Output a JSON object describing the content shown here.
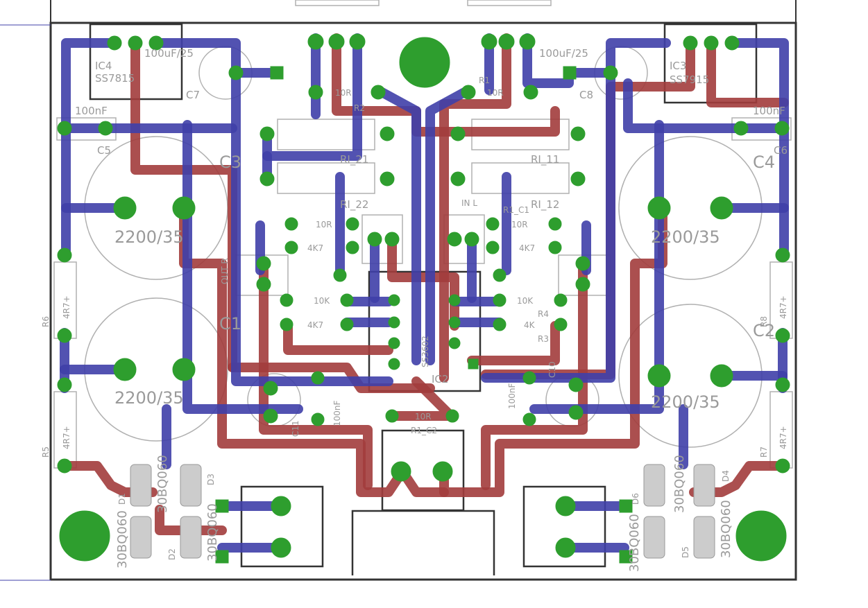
{
  "colors": {
    "background": "#ffffff",
    "board_outline": "#333333",
    "top_copper": "#a23c3c",
    "bottom_copper": "#3f3fa8",
    "pad": "#2e9e2e",
    "silkscreen": "#9a9a9a"
  },
  "labels": {
    "ic4_name": "IC4",
    "ic4_part": "SS7815",
    "ic3_name": "IC3",
    "ic3_part": "SS7915",
    "cap_left_top": "100uF/25",
    "cap_right_top": "100uF/25",
    "c7": "C7",
    "c8": "C8",
    "c5_val": "100nF",
    "c5": "C5",
    "c6_val": "100nF",
    "c6": "C6",
    "c3": "C3",
    "c4": "C4",
    "c1": "C1",
    "c2": "C2",
    "c3_val": "2200/35",
    "c1_val": "2200/35",
    "c4_val": "2200/35",
    "c2_val": "2200/35",
    "r1": "R1",
    "r2": "R2",
    "r1_val": "10R",
    "r2_val": "10R",
    "ri21": "RI_21",
    "ri22": "RI_22",
    "ri11": "RI_11",
    "ri12": "RI_12",
    "in_l": "IN L",
    "r1_c1": "R1_C1",
    "r10_left": "10R",
    "r10_right": "10R",
    "r4k7_left": "4K7",
    "r4k7_right": "4K7",
    "r10k_left": "10K",
    "r10k_right": "10K",
    "r4k_left": "4K7",
    "r4k_right": "4K",
    "r3": "R3",
    "r4": "R4",
    "ic2_part": "SS3602",
    "ic2": "IC2",
    "out_r": "OUT R",
    "r6": "R6",
    "r6_val": "4R7+",
    "r5": "R5",
    "r5_val": "4R7+",
    "r8": "R8",
    "r8_val": "4R7+",
    "r7": "R7",
    "r7_val": "4R7+",
    "c_bottom_left_val": "100nF",
    "c_bottom_right_val": "100nF",
    "c10": "C10",
    "c11": "C11",
    "r1_c2": "R1_C2",
    "r1_c2_val": "10R",
    "d1": "D1",
    "d2": "D2",
    "d3": "D3",
    "d4": "D4",
    "d5": "D5",
    "d6": "D6",
    "diode_part": "30BQ060"
  }
}
